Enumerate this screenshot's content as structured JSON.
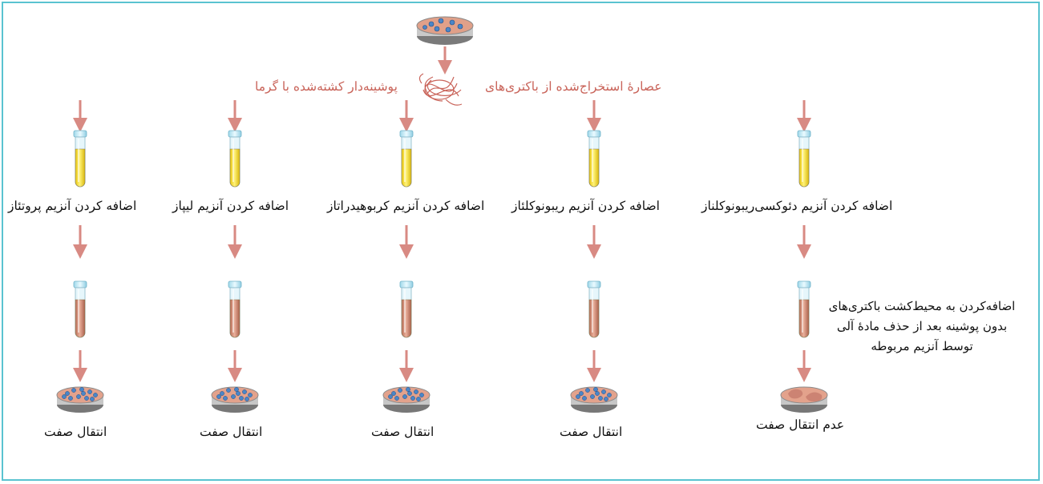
{
  "top_label_right": "عصارهٔ استخراج‌شده از باکتری‌های",
  "top_label_left": "پوشینه‌دار کشته‌شده با گرما",
  "columns": [
    {
      "enzyme": "اضافه کردن آنزیم پروتئاز",
      "result": "انتقال صفت",
      "dish": "colonies"
    },
    {
      "enzyme": "اضافه کردن آنزیم لیپاز",
      "result": "انتقال صفت",
      "dish": "colonies"
    },
    {
      "enzyme": "اضافه کردن آنزیم کربوهیدراتاز",
      "result": "انتقال صفت",
      "dish": "colonies"
    },
    {
      "enzyme": "اضافه کردن آنزیم ریبونوکلئاز",
      "result": "انتقال صفت",
      "dish": "colonies"
    },
    {
      "enzyme": "اضافه کردن آنزیم دئوکسی‌ریبونوکلناز",
      "result": "عدم انتقال صفت",
      "dish": "smooth"
    }
  ],
  "note_lines": [
    "اضافه‌کردن به محیط‌کشت باکتری‌های",
    "بدون پوشینه بعد از حذف مادهٔ آلی",
    "توسط آنزیم مربوطه"
  ],
  "colors": {
    "frame": "#5ac3d0",
    "arrow": "#d88a83",
    "label_red": "#c9645a",
    "extract_liquid": "#f2df3a",
    "culture_liquid": "#d7957c",
    "dish_agar": "#e3a28c",
    "colony": "#4a86c8"
  }
}
